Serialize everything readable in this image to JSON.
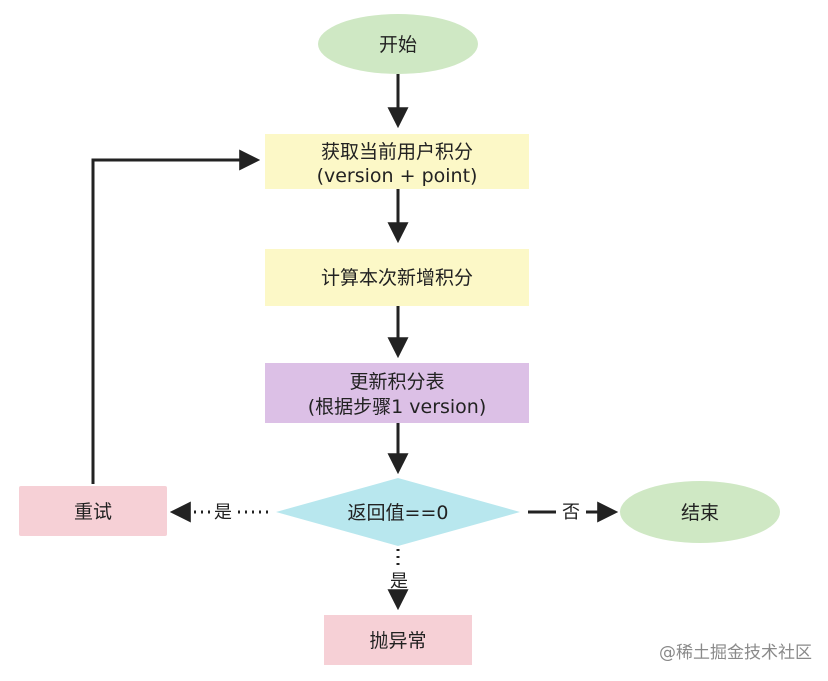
{
  "colors": {
    "terminal": "#cfe8c4",
    "process_yellow": "#fcf8c7",
    "process_purple": "#dcc0e6",
    "process_pink": "#f6d0d6",
    "decision": "#b8e7ee",
    "line": "#222222",
    "watermark": "#8a8a8a"
  },
  "nodes": {
    "start": "开始",
    "get_points_line1": "获取当前用户积分",
    "get_points_line2": "(version + point)",
    "calc_points": "计算本次新增积分",
    "update_table_line1": "更新积分表",
    "update_table_line2": "(根据步骤1 version)",
    "decision": "返回值==0",
    "retry": "重试",
    "end": "结束",
    "throw": "抛异常"
  },
  "edges": {
    "yes_left": "是",
    "yes_down": "是",
    "no_right": "否"
  },
  "watermark": "@稀土掘金技术社区"
}
